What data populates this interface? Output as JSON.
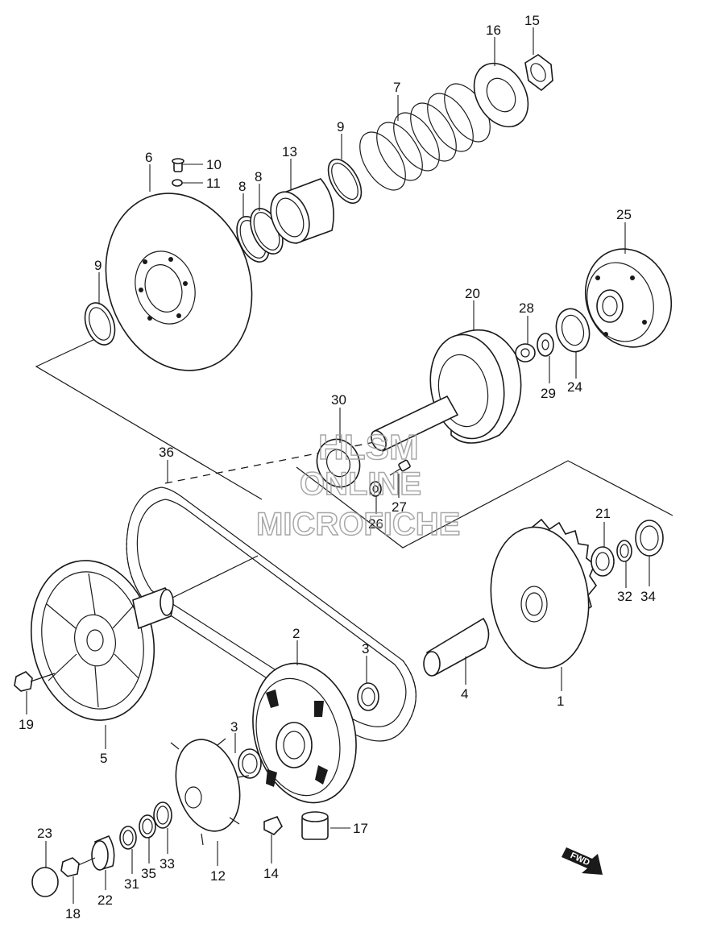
{
  "watermark": {
    "line1": "HLSM",
    "line2": "ONLINE",
    "line3": "MICROFICHE"
  },
  "direction_badge": {
    "label": "FWD",
    "icon": "forward-arrow-icon"
  },
  "callouts": [
    {
      "id": "c1",
      "label": "1"
    },
    {
      "id": "c2",
      "label": "2"
    },
    {
      "id": "c3a",
      "label": "3"
    },
    {
      "id": "c3b",
      "label": "3"
    },
    {
      "id": "c4",
      "label": "4"
    },
    {
      "id": "c5",
      "label": "5"
    },
    {
      "id": "c6",
      "label": "6"
    },
    {
      "id": "c7",
      "label": "7"
    },
    {
      "id": "c8a",
      "label": "8"
    },
    {
      "id": "c8b",
      "label": "8"
    },
    {
      "id": "c9a",
      "label": "9"
    },
    {
      "id": "c9b",
      "label": "9"
    },
    {
      "id": "c10",
      "label": "10"
    },
    {
      "id": "c11",
      "label": "11"
    },
    {
      "id": "c12",
      "label": "12"
    },
    {
      "id": "c13",
      "label": "13"
    },
    {
      "id": "c14",
      "label": "14"
    },
    {
      "id": "c15",
      "label": "15"
    },
    {
      "id": "c16",
      "label": "16"
    },
    {
      "id": "c17",
      "label": "17"
    },
    {
      "id": "c18",
      "label": "18"
    },
    {
      "id": "c19",
      "label": "19"
    },
    {
      "id": "c20",
      "label": "20"
    },
    {
      "id": "c21",
      "label": "21"
    },
    {
      "id": "c22",
      "label": "22"
    },
    {
      "id": "c23",
      "label": "23"
    },
    {
      "id": "c24",
      "label": "24"
    },
    {
      "id": "c25",
      "label": "25"
    },
    {
      "id": "c26",
      "label": "26"
    },
    {
      "id": "c27",
      "label": "27"
    },
    {
      "id": "c28",
      "label": "28"
    },
    {
      "id": "c29",
      "label": "29"
    },
    {
      "id": "c30",
      "label": "30"
    },
    {
      "id": "c31",
      "label": "31"
    },
    {
      "id": "c32",
      "label": "32"
    },
    {
      "id": "c33",
      "label": "33"
    },
    {
      "id": "c34",
      "label": "34"
    },
    {
      "id": "c35",
      "label": "35"
    },
    {
      "id": "c36",
      "label": "36"
    }
  ]
}
